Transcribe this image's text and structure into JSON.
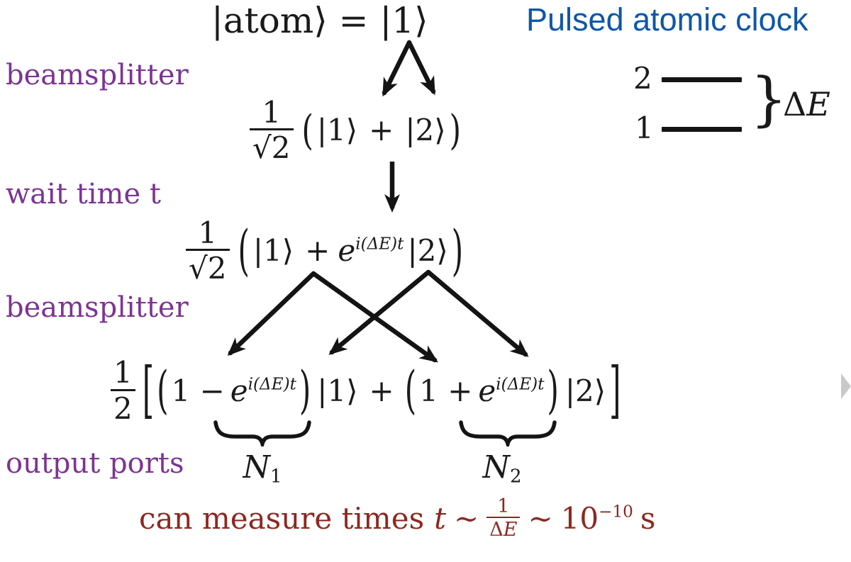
{
  "page": {
    "background": "#ffffff"
  },
  "title": {
    "text": "Pulsed atomic clock"
  },
  "colors": {
    "title_blue": "#0e57a8",
    "label_purple": "#7d3493",
    "conclusion_red": "#8e2820",
    "ink": "#1a1a1a",
    "nav_gray": "#c9c9c9"
  },
  "stage_labels": {
    "beamsplitter1": "beamsplitter",
    "wait_time": "wait time t",
    "beamsplitter2": "beamsplitter",
    "output_ports": "output ports"
  },
  "formulas": {
    "initial": {
      "text": "|atom⟩ = |1⟩"
    },
    "superposition": {
      "num": "1",
      "radical": "√",
      "radicand": "2",
      "lp": "(",
      "ket1": "|1⟩",
      "plus": "+",
      "ket2": "|2⟩",
      "rp": ")"
    },
    "evolved": {
      "num": "1",
      "radical": "√",
      "radicand": "2",
      "lp": "(",
      "ket1": "|1⟩",
      "plus": "+",
      "e": "e",
      "exp": "i(ΔE)t",
      "ket2": "|2⟩",
      "rp": ")"
    },
    "output": {
      "num": "1",
      "den": "2",
      "lb": "[",
      "rb": "]",
      "lp": "(",
      "rp": ")",
      "one_minus": "1 −",
      "one_plus": "1 +",
      "e": "e",
      "exp": "i(ΔE)t",
      "ket1": "|1⟩",
      "plus": "+",
      "ket2": "|2⟩",
      "n1_base": "N",
      "n1_sub": "1",
      "n2_base": "N",
      "n2_sub": "2"
    },
    "conclusion": {
      "lead": "can measure times",
      "t": "t",
      "sim1": "∼",
      "num": "1",
      "den_delta": "Δ",
      "den_e": "E",
      "sim2": "∼",
      "pow_base": "10",
      "pow_exp": "−10",
      "unit": "s"
    }
  },
  "energy_diagram": {
    "level2_label": "2",
    "level1_label": "1",
    "brace": "}",
    "delta": "Δ",
    "e": "E"
  }
}
